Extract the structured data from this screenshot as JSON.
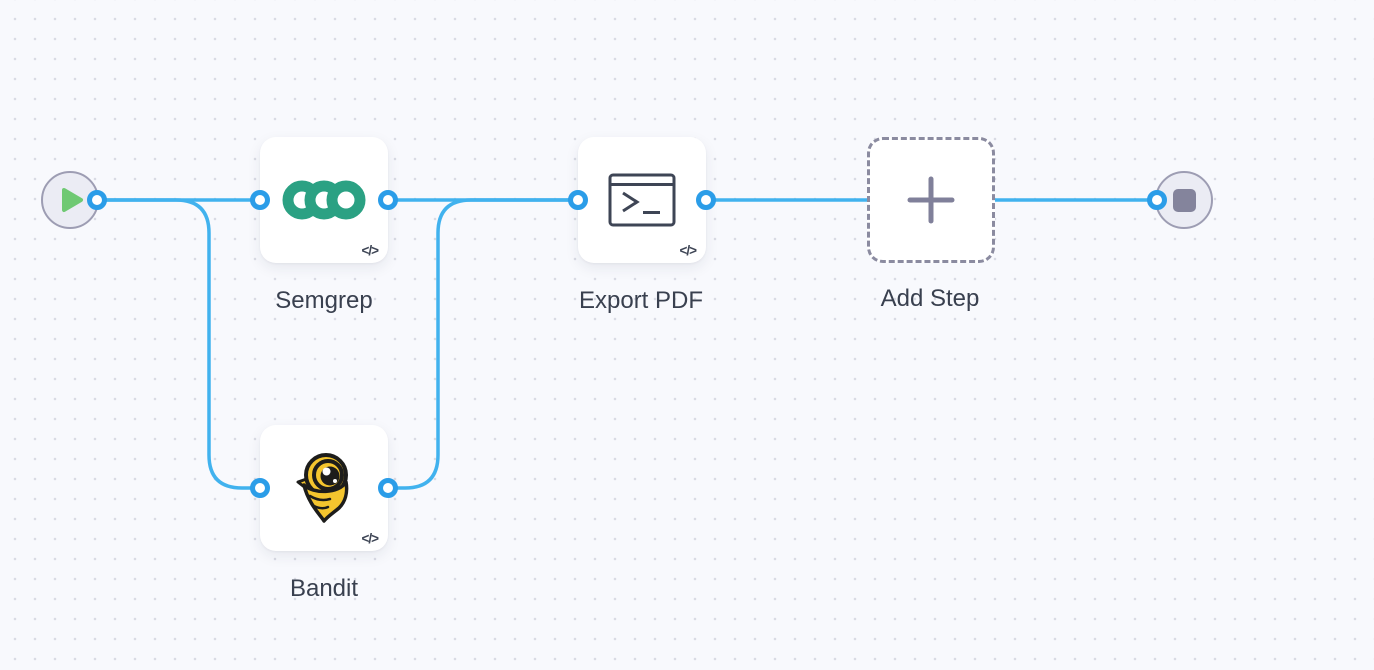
{
  "colors": {
    "background": "#f8f9fd",
    "grid_dot": "#d9dbe4",
    "edge_blue": "#41b2ee",
    "port_blue": "#2b9de8",
    "node_bg": "#ffffff",
    "label_text": "#39404f",
    "terminal_fill": "#ebecf4",
    "terminal_border": "#9d9db3",
    "play_green": "#6fc973",
    "stop_gray": "#84849c",
    "dashed_border": "#8b8ba0",
    "plus_gray": "#80809a",
    "semgrep_green": "#2ba183",
    "bandit_yellow": "#f4c52e",
    "bandit_outline": "#1d1d1b",
    "icon_dark": "#3e4555"
  },
  "nodes": [
    {
      "id": "start",
      "kind": "start-trigger"
    },
    {
      "id": "semgrep",
      "label": "Semgrep",
      "badge": "</>"
    },
    {
      "id": "export_pdf",
      "label": "Export PDF",
      "badge": "</>"
    },
    {
      "id": "add_step",
      "label": "Add Step"
    },
    {
      "id": "bandit",
      "label": "Bandit",
      "badge": "</>"
    },
    {
      "id": "end",
      "kind": "end-terminator"
    }
  ],
  "edges": [
    {
      "from": "start",
      "to": "semgrep"
    },
    {
      "from": "start",
      "to": "bandit"
    },
    {
      "from": "semgrep",
      "to": "export_pdf"
    },
    {
      "from": "bandit",
      "to": "export_pdf"
    },
    {
      "from": "export_pdf",
      "to": "add_step"
    },
    {
      "from": "add_step",
      "to": "end"
    }
  ]
}
